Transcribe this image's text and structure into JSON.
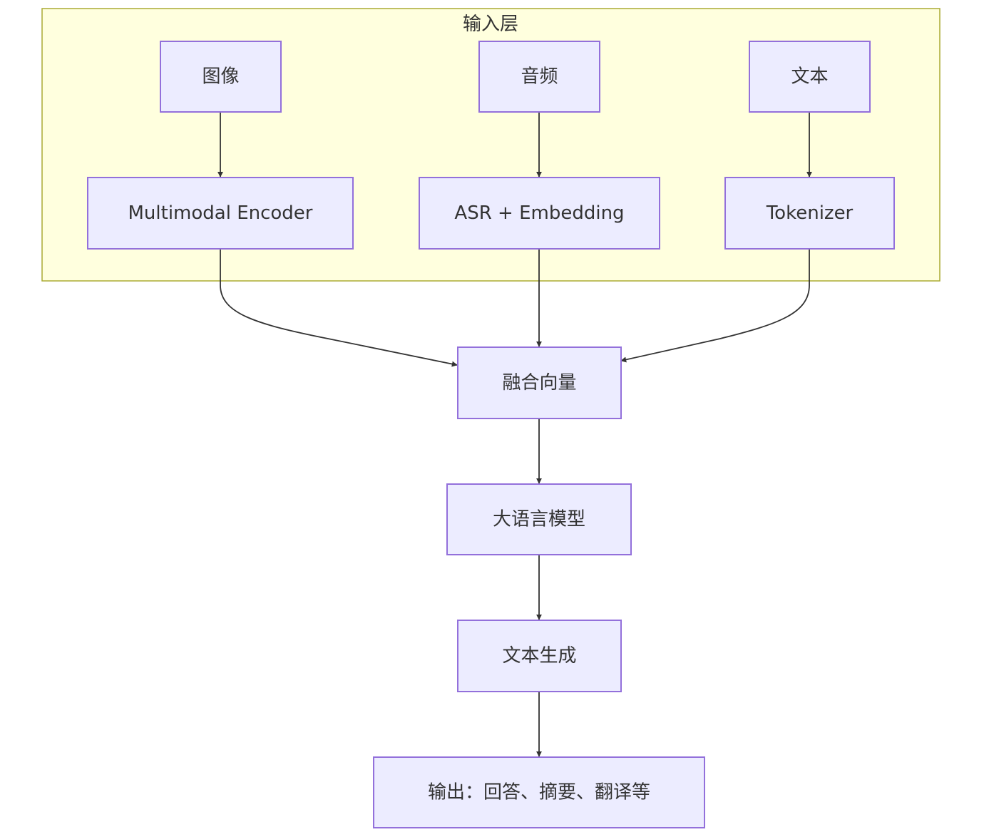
{
  "cluster": {
    "label": "输入层"
  },
  "nodes": {
    "image": "图像",
    "audio": "音频",
    "text": "文本",
    "multimodal_encoder": "Multimodal Encoder",
    "asr_embedding": "ASR + Embedding",
    "tokenizer": "Tokenizer",
    "fusion_vector": "融合向量",
    "llm": "大语言模型",
    "text_generation": "文本生成",
    "output": "输出：回答、摘要、翻译等"
  },
  "colors": {
    "node_fill": "#ececff",
    "node_stroke": "#9370db",
    "cluster_fill": "#ffffde",
    "cluster_stroke": "#aaaa33",
    "edge": "#333333",
    "text": "#333333"
  }
}
